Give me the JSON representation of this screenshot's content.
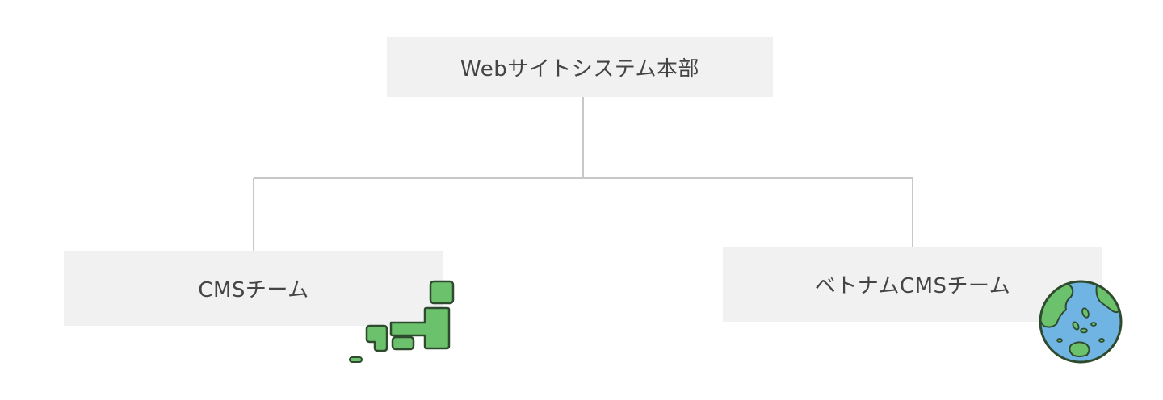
{
  "org_chart": {
    "root": {
      "label": "Webサイトシステム本部"
    },
    "children": [
      {
        "label": "CMSチーム",
        "icon": "japan-map-icon"
      },
      {
        "label": "ベトナムCMSチーム",
        "icon": "globe-icon"
      }
    ]
  },
  "colors": {
    "node_fill": "#f1f1f1",
    "connector": "#c8c8c8",
    "text": "#444444",
    "land": "#6cc26c",
    "outline": "#2f4b2f",
    "ocean": "#6fb4e3"
  }
}
